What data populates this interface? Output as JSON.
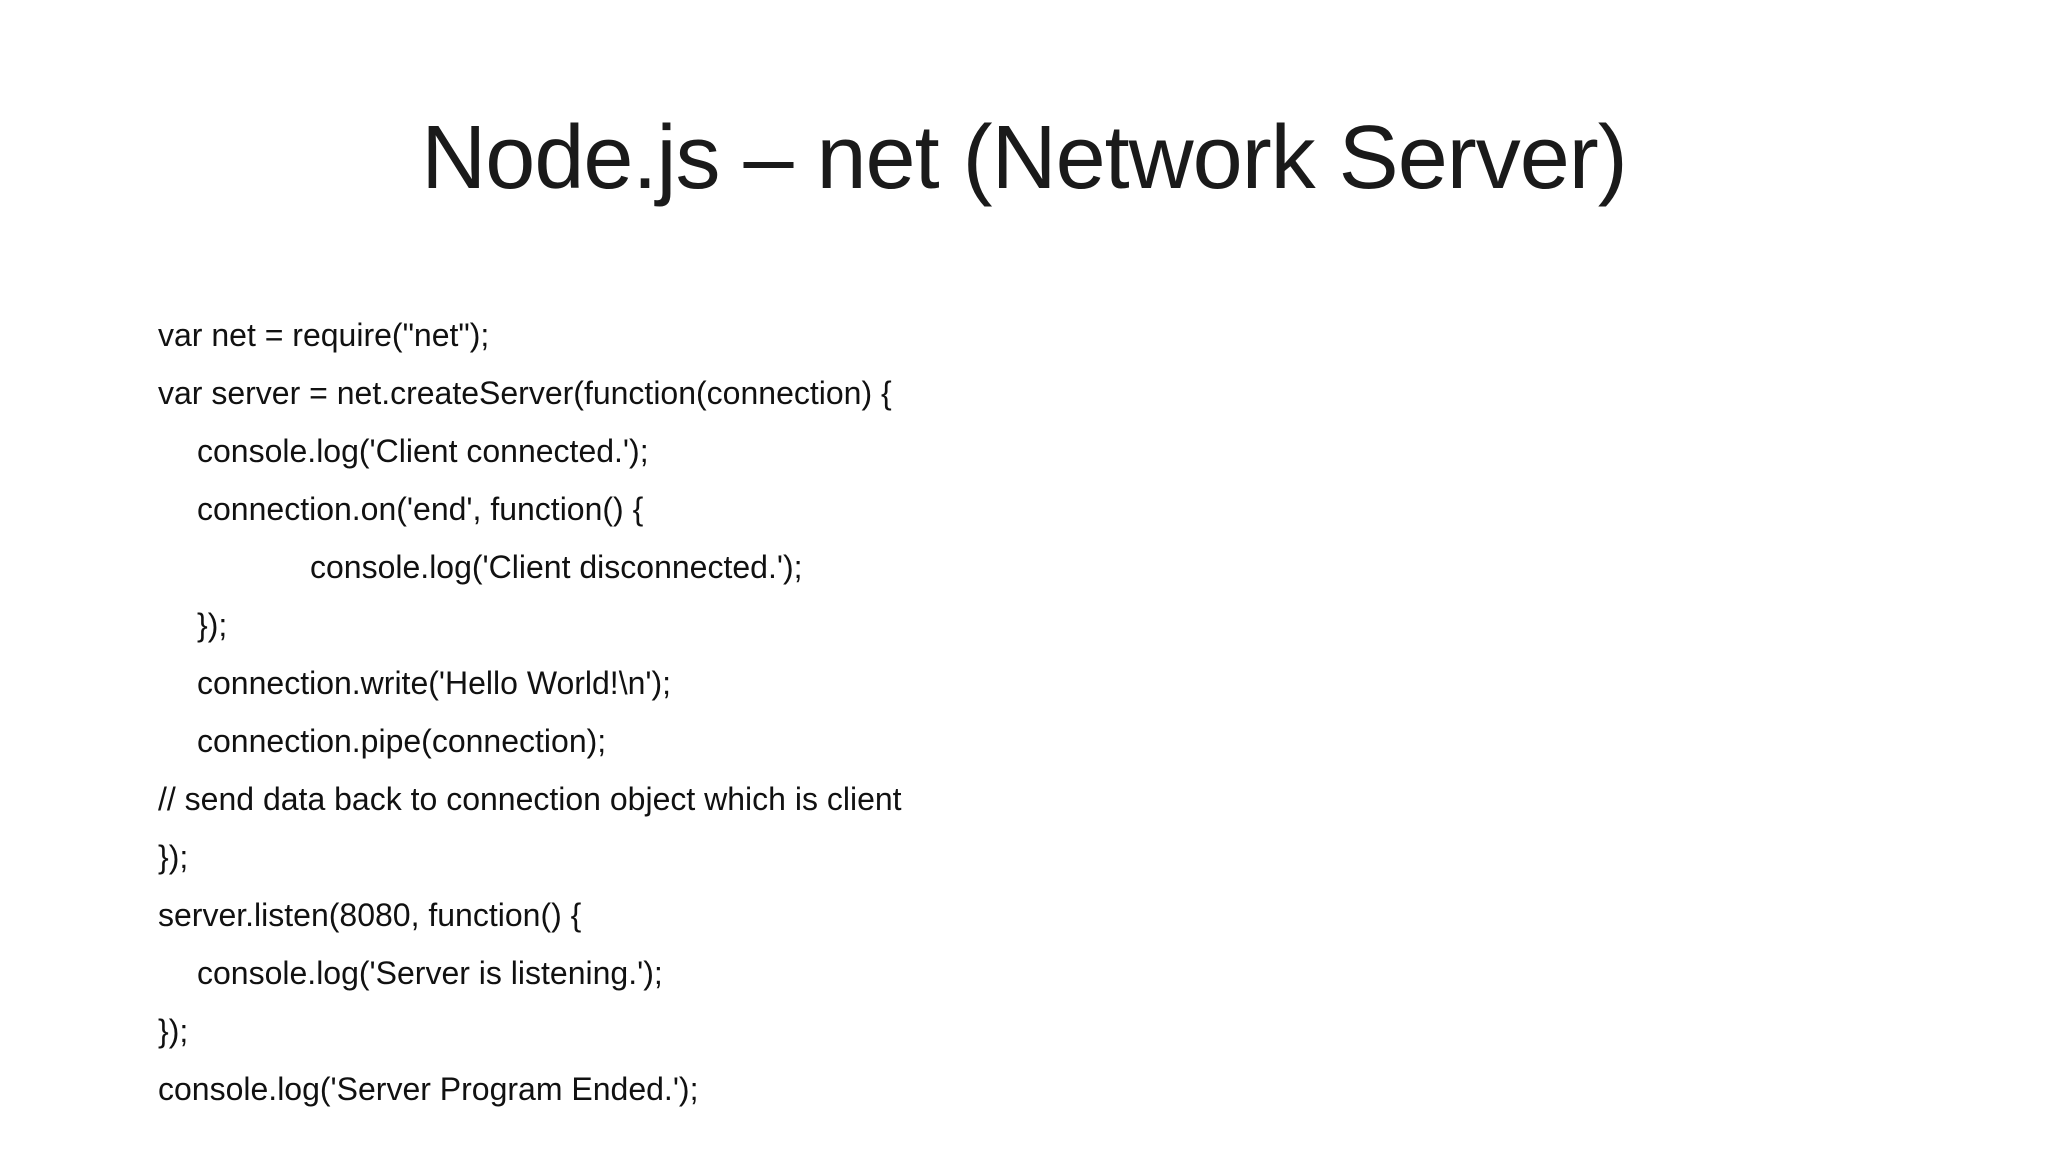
{
  "slide": {
    "title": "Node.js – net (Network Server)",
    "colors": {
      "background": "#ffffff",
      "text": "#1a1a1a"
    },
    "code": {
      "lines": [
        {
          "indent": 0,
          "text": "var net = require(\"net\");"
        },
        {
          "indent": 0,
          "text": "var server = net.createServer(function(connection) {"
        },
        {
          "indent": 1,
          "text": "console.log('Client connected.');"
        },
        {
          "indent": 1,
          "text": "connection.on('end', function() {"
        },
        {
          "indent": 2,
          "text": "console.log('Client disconnected.');"
        },
        {
          "indent": 1,
          "text": "});"
        },
        {
          "indent": 1,
          "text": "connection.write('Hello World!\\n');"
        },
        {
          "indent": 1,
          "text": "connection.pipe(connection);"
        },
        {
          "indent": 0,
          "text": "// send data back to connection object which is client"
        },
        {
          "indent": 0,
          "text": "});"
        },
        {
          "indent": 0,
          "text": "server.listen(8080, function() {"
        },
        {
          "indent": 1,
          "text": "console.log('Server is listening.');"
        },
        {
          "indent": 0,
          "text": "});"
        },
        {
          "indent": 0,
          "text": "console.log('Server Program Ended.');"
        }
      ]
    }
  }
}
